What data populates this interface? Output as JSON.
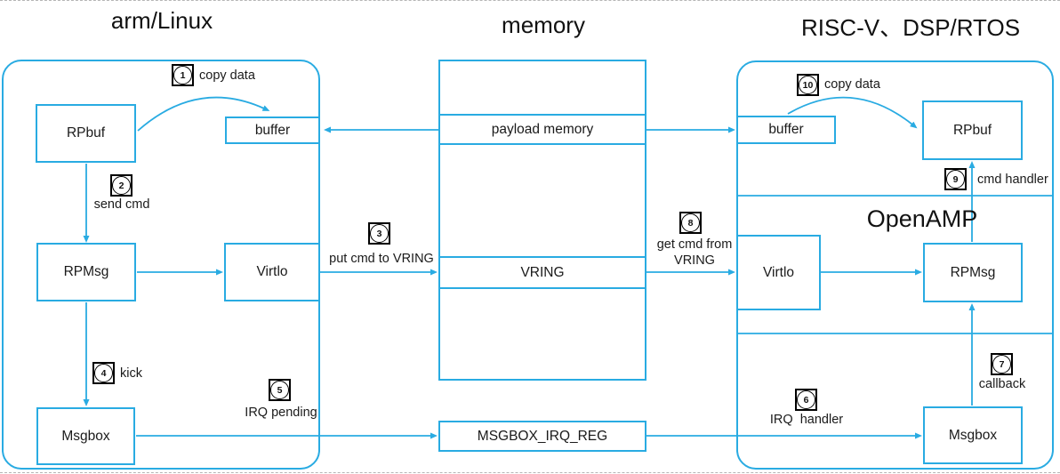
{
  "titles": {
    "left": "arm/Linux",
    "middle": "memory",
    "right": "RISC-V、DSP/RTOS"
  },
  "left_panel": {
    "rpbuf": "RPbuf",
    "buffer": "buffer",
    "rpmsg": "RPMsg",
    "virtio": "Virtlo",
    "msgbox": "Msgbox"
  },
  "memory_panel": {
    "payload": "payload memory",
    "vring": "VRING",
    "msgbox_irq_reg": "MSGBOX_IRQ_REG"
  },
  "right_panel": {
    "openamp": "OpenAMP",
    "buffer": "buffer",
    "rpbuf": "RPbuf",
    "virtio": "Virtlo",
    "rpmsg": "RPMsg",
    "msgbox": "Msgbox"
  },
  "steps": [
    {
      "num": "1",
      "label": "copy data"
    },
    {
      "num": "2",
      "label": "send cmd"
    },
    {
      "num": "3",
      "label": "put cmd to VRING"
    },
    {
      "num": "4",
      "label": "kick"
    },
    {
      "num": "5",
      "label": "IRQ pending"
    },
    {
      "num": "6",
      "label": "IRQ  handler"
    },
    {
      "num": "7",
      "label": "callback"
    },
    {
      "num": "8",
      "label": "get cmd from VRING"
    },
    {
      "num": "9",
      "label": "cmd handler"
    },
    {
      "num": "10",
      "label": "copy data"
    }
  ],
  "colors": {
    "accent": "#29ABE2",
    "text": "#111111",
    "badge_border": "#000000",
    "background": "#ffffff"
  }
}
